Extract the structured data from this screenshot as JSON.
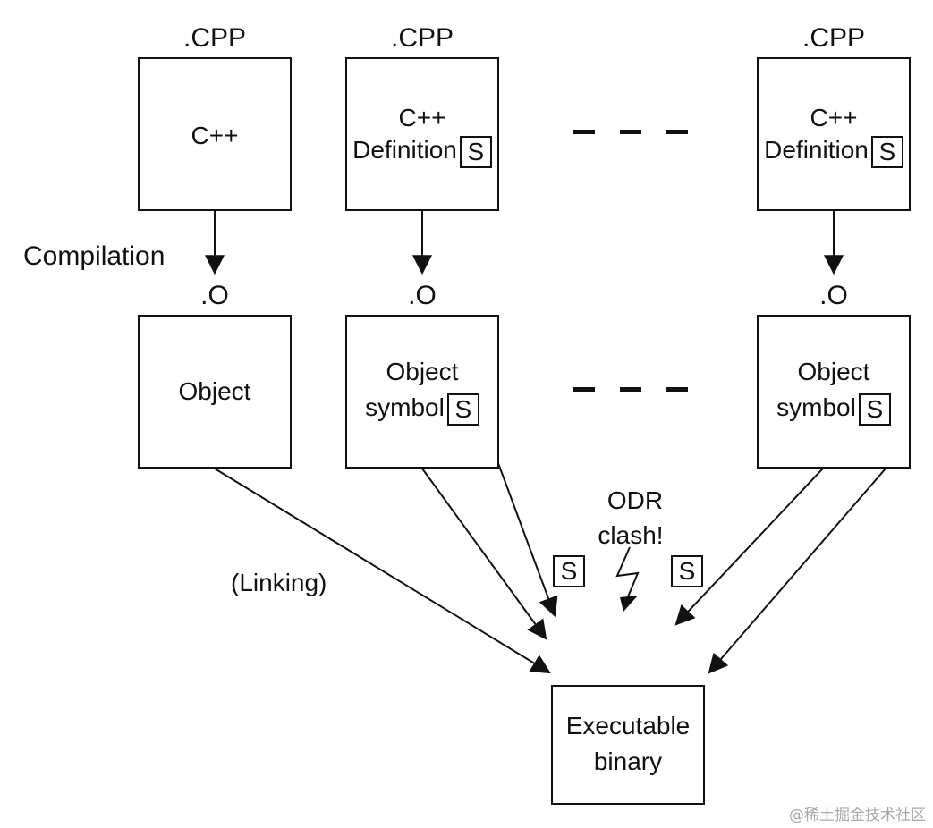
{
  "sources": [
    {
      "ext": ".CPP",
      "lines": [
        "C++"
      ],
      "symbol": ""
    },
    {
      "ext": ".CPP",
      "lines": [
        "C++",
        "Definition"
      ],
      "symbol": "S"
    },
    {
      "ext": ".CPP",
      "lines": [
        "C++",
        "Definition"
      ],
      "symbol": "S"
    }
  ],
  "objects": [
    {
      "ext": ".O",
      "lines": [
        "Object"
      ],
      "symbol": ""
    },
    {
      "ext": ".O",
      "lines": [
        "Object",
        "symbol"
      ],
      "symbol": "S"
    },
    {
      "ext": ".O",
      "lines": [
        "Object",
        "symbol"
      ],
      "symbol": "S"
    }
  ],
  "compilation_label": "Compilation",
  "linking_label": "(Linking)",
  "odr_clash_lines": [
    "ODR",
    "clash!"
  ],
  "clash_symbol_left": "S",
  "clash_symbol_right": "S",
  "output": {
    "lines": [
      "Executable",
      "binary"
    ]
  },
  "watermark": "@稀土掘金技术社区"
}
